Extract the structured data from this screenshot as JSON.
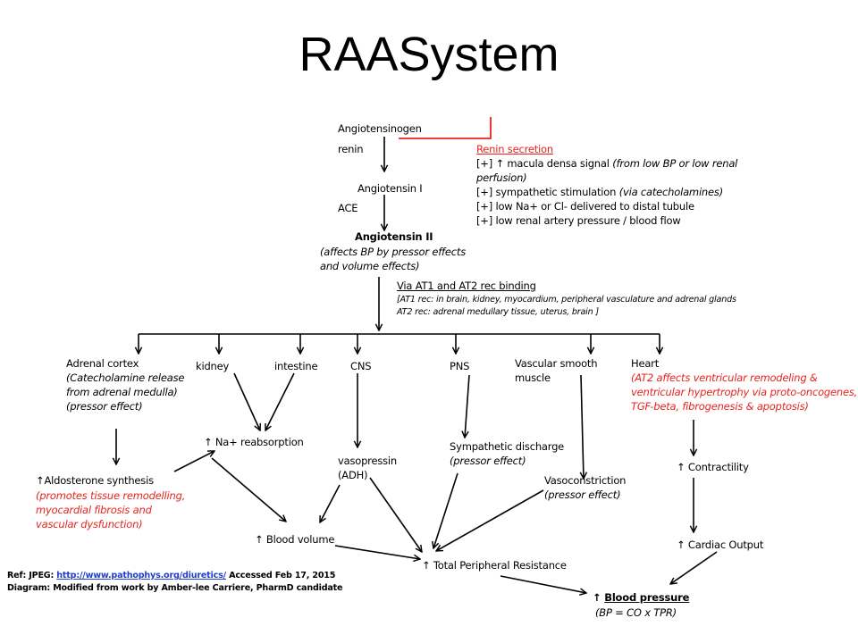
{
  "title": "RAASystem",
  "nodes": {
    "angiotensinogen": "Angiotensinogen",
    "renin": "renin",
    "angiotensin1": "Angiotensin I",
    "ace": "ACE",
    "angiotensin2": "Angiotensin II",
    "ang2_note_1": "(affects BP by pressor effects",
    "ang2_note_2": "and volume effects)",
    "adrenal": "Adrenal cortex",
    "adrenal_note_1": "(Catecholamine release",
    "adrenal_note_2": "from adrenal medulla)",
    "adrenal_note_3": "(pressor effect)",
    "kidney": "kidney",
    "intestine": "intestine",
    "cns": "CNS",
    "pns": "PNS",
    "vsm_1": "Vascular smooth",
    "vsm_2": "muscle",
    "heart": "Heart",
    "heart_note_1": "(AT2 affects ventricular remodeling &",
    "heart_note_2": "ventricular hypertrophy via proto-oncogenes,",
    "heart_note_3": "TGF-beta, fibrogenesis & apoptosis)",
    "na_reabsorption": "Na+ reabsorption",
    "aldosterone": "Aldosterone synthesis",
    "aldo_note_1": "(promotes tissue remodelling,",
    "aldo_note_2": "myocardial fibrosis and",
    "aldo_note_3": "vascular dysfunction)",
    "vasopressin_1": "vasopressin",
    "vasopressin_2": "(ADH)",
    "symp_discharge": "Sympathetic discharge",
    "symp_note": "(pressor effect)",
    "vasoconstriction": "Vasoconstriction",
    "vaso_note": "(pressor effect)",
    "contractility": "Contractility",
    "blood_volume": "Blood volume",
    "tpr": "Total Peripheral Resistance",
    "cardiac_output": "Cardiac Output",
    "blood_pressure": "Blood pressure",
    "bp_formula": "(BP = CO x TPR)"
  },
  "renin_secretion": {
    "heading": "Renin secretion",
    "line1_prefix": "[+]",
    "line1": "macula densa signal",
    "line1_note": "(from low BP or low renal",
    "line1_note2": "perfusion)",
    "line2": "[+] sympathetic stimulation",
    "line2_note": "(via catecholamines)",
    "line3": "[+] low Na+ or Cl- delivered to distal tubule",
    "line4": "[+] low renal artery pressure / blood flow"
  },
  "receptors": {
    "heading": "Via AT1 and AT2 rec binding",
    "line1": "[AT1 rec: in brain, kidney, myocardium, peripheral vasculature and adrenal glands",
    "line2": "AT2 rec: adrenal medullary tissue, uterus, brain ]"
  },
  "reference": {
    "ref_label": "Ref: JPEG:",
    "ref_url": "http://www.pathophys.org/diuretics/",
    "ref_accessed": "Accessed Feb 17, 2015",
    "diagram_label": "Diagram:",
    "diagram_text": "Modified from work by Amber-lee Carriere, PharmD candidate"
  },
  "symbols": {
    "up_arrow": "↑"
  },
  "colors": {
    "accent_red": "#e8231d",
    "link_blue": "#1f3fd1",
    "line": "#000000"
  }
}
